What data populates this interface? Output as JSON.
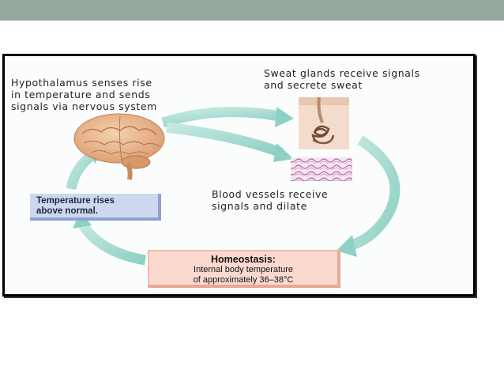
{
  "labels": {
    "hypothalamus": [
      "Hypothalamus senses rise",
      "in temperature and sends",
      "signals via nervous system"
    ],
    "sweat_glands": [
      "Sweat glands receive signals",
      "and secrete sweat"
    ],
    "blood_vessels": [
      "Blood vessels receive",
      "signals and dilate"
    ],
    "temperature_box": [
      "Temperature rises",
      "above normal."
    ],
    "homeostasis_title": "Homeostasis:",
    "homeostasis_text": [
      "Internal body temperature",
      "of approximately 36–38°C"
    ]
  },
  "colors": {
    "header_bar": "#94a89c",
    "arrow": "#a9dcd2",
    "temperature_box": "#cdd7ee",
    "homeostasis_box": "#fbd9cf"
  }
}
